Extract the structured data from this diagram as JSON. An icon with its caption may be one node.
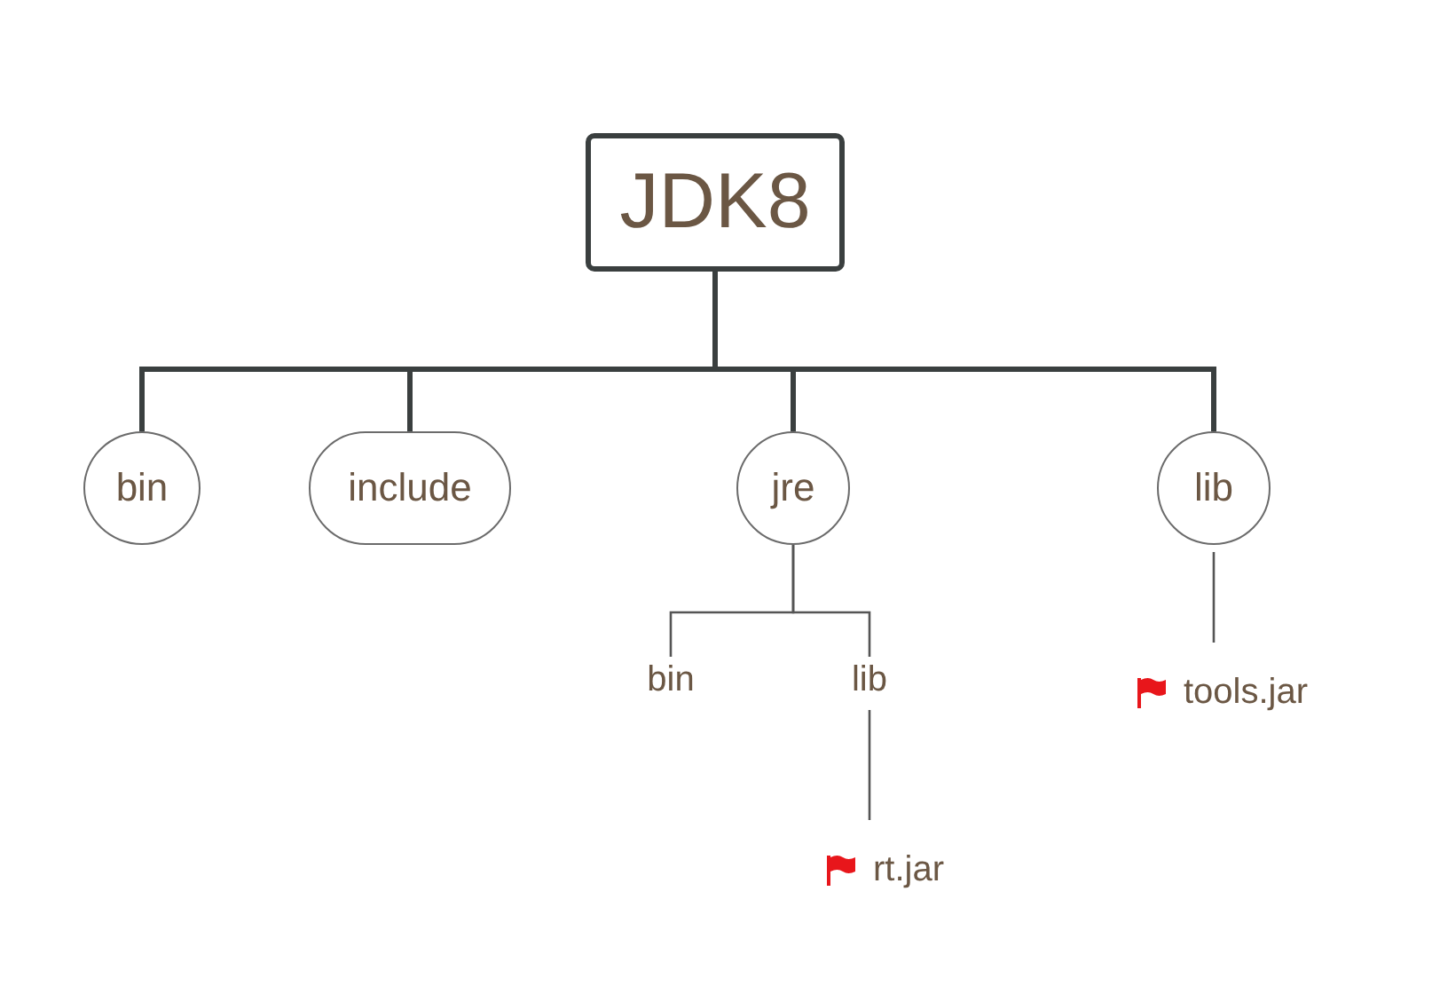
{
  "diagram": {
    "nodes": [
      {
        "text": [
          "JDK8"
        ]
      },
      {
        "text": [
          "bin"
        ]
      },
      {
        "text": [
          "include"
        ]
      },
      {
        "text": [
          "jre"
        ]
      },
      {
        "text": [
          "lib"
        ]
      },
      {
        "text": [
          "bin"
        ]
      },
      {
        "text": [
          "lib"
        ]
      },
      {
        "text": [
          "rt.jar"
        ]
      },
      {
        "text": [
          "tools.jar"
        ]
      }
    ],
    "edges": [
      {
        "from": 0,
        "to": 1,
        "arrow": "none",
        "style": "thick"
      },
      {
        "from": 0,
        "to": 2,
        "arrow": "none",
        "style": "thick"
      },
      {
        "from": 0,
        "to": 3,
        "arrow": "none",
        "style": "thick"
      },
      {
        "from": 0,
        "to": 4,
        "arrow": "none",
        "style": "thick"
      },
      {
        "from": 3,
        "to": 5,
        "arrow": "none"
      },
      {
        "from": 3,
        "to": 6,
        "arrow": "none"
      },
      {
        "from": 6,
        "to": 7,
        "arrow": "none"
      },
      {
        "from": 4,
        "to": 8,
        "arrow": "none"
      }
    ]
  }
}
